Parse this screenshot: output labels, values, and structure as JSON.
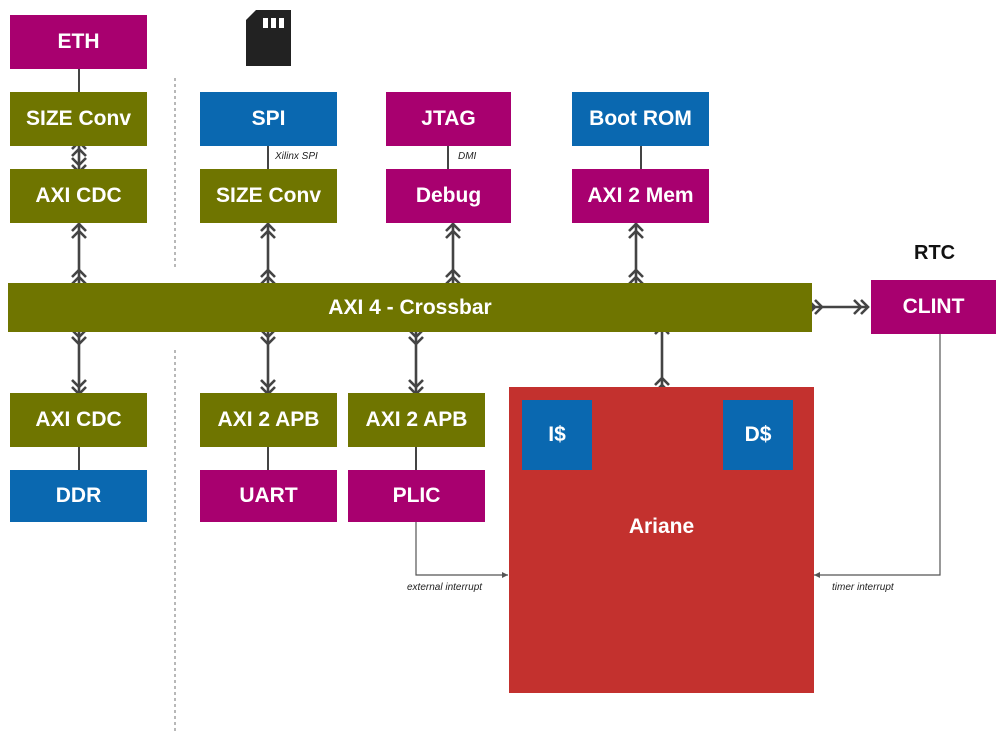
{
  "blocks": {
    "eth": "ETH",
    "size_conv_1": "SIZE Conv",
    "axi_cdc_top": "AXI CDC",
    "spi": "SPI",
    "size_conv_2": "SIZE Conv",
    "jtag": "JTAG",
    "debug": "Debug",
    "boot_rom": "Boot ROM",
    "axi2mem": "AXI 2 Mem",
    "crossbar": "AXI 4 - Crossbar",
    "clint": "CLINT",
    "axi_cdc_bottom": "AXI CDC",
    "ddr": "DDR",
    "axi2apb_1": "AXI 2 APB",
    "uart": "UART",
    "axi2apb_2": "AXI 2 APB",
    "plic": "PLIC",
    "ariane": "Ariane",
    "icache": "I$",
    "dcache": "D$"
  },
  "labels": {
    "rtc": "RTC",
    "xilinx_spi": "Xilinx SPI",
    "dmi": "DMI",
    "external_interrupt": "external interrupt",
    "timer_interrupt": "timer interrupt"
  },
  "icons": {
    "sd_card": "sd-card-icon"
  },
  "colors": {
    "olive": "#6f7500",
    "magenta": "#a8006f",
    "blue": "#0a68b0",
    "red": "#c3312e"
  }
}
